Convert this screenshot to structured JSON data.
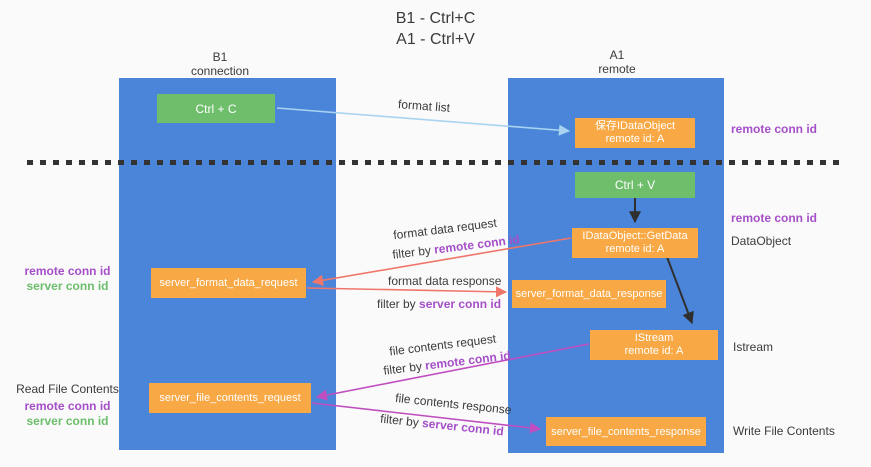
{
  "title": {
    "line1": "B1 - Ctrl+C",
    "line2": "A1 - Ctrl+V"
  },
  "lanes": {
    "left": {
      "header_line1": "B1",
      "header_line2": "connection"
    },
    "right": {
      "header_line1": "A1",
      "header_line2": "remote"
    }
  },
  "boxes": {
    "ctrl_c": {
      "label": "Ctrl + C"
    },
    "save_dataobject": {
      "line1": "保存IDataObject",
      "line2": "remote id: A"
    },
    "ctrl_v": {
      "label": "Ctrl + V"
    },
    "getdata": {
      "line1": "IDataObject::GetData",
      "line2": "remote id: A"
    },
    "format_request": {
      "label": "server_format_data_request"
    },
    "format_response": {
      "label": "server_format_data_response"
    },
    "istream": {
      "line1": "IStream",
      "line2": "remote id: A"
    },
    "file_request": {
      "label": "server_file_contents_request"
    },
    "file_response": {
      "label": "server_file_contents_response"
    }
  },
  "arrow_labels": {
    "format_list": "format list",
    "format_data_request": "format data request",
    "format_data_response": "format data response",
    "file_contents_request": "file contents request",
    "file_contents_response": "file contents response",
    "filter_by": "filter by ",
    "remote_conn_id": "remote conn id",
    "server_conn_id": "server conn id"
  },
  "side_labels": {
    "remote_conn_id_top": "remote conn id",
    "remote_conn_id_mid": "remote conn id",
    "dataobject": "DataObject",
    "istream": "Istream",
    "write_file_contents": "Write File Contents",
    "read_file_contents": "Read File Contents",
    "left_remote_conn_id": "remote conn id",
    "left_server_conn_id": "server conn id",
    "left2_remote_conn_id": "remote conn id",
    "left2_server_conn_id": "server conn id"
  },
  "colors": {
    "bg": "#fafafa",
    "lane_blue": "#4a85d9",
    "box_orange": "#f8a844",
    "box_green": "#6fbe6b",
    "arrow_blue": "#a9d3f0",
    "arrow_salmon": "#f0766c",
    "arrow_magenta": "#c04ec0",
    "arrow_black": "#2f2f2f",
    "purple": "#a54fc8",
    "green_label": "#6cbe6c",
    "text_dark": "#3b3b3b"
  }
}
